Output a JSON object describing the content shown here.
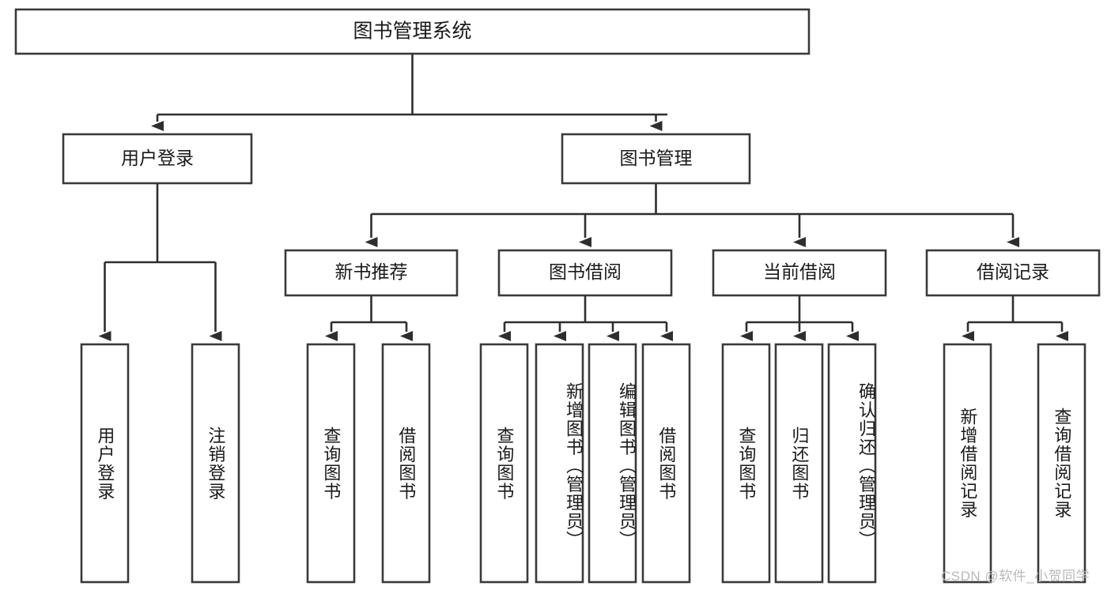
{
  "diagram": {
    "title": "图书管理系统",
    "type": "tree-hierarchy-chart",
    "background_color": "#ffffff",
    "box_stroke_color": "#3a3a3a",
    "connector_color": "#2e2e2e",
    "text_color": "#1a1a1a"
  },
  "root": {
    "label": "图书管理系统"
  },
  "level2": [
    {
      "label": "用户登录"
    },
    {
      "label": "图书管理"
    }
  ],
  "level3": [
    {
      "label": "新书推荐"
    },
    {
      "label": "图书借阅"
    },
    {
      "label": "当前借阅"
    },
    {
      "label": "借阅记录"
    }
  ],
  "leaves": {
    "user_login": [
      {
        "label": "用户登录"
      },
      {
        "label": "注销登录"
      }
    ],
    "new_book_recommend": [
      {
        "label": "查询图书"
      },
      {
        "label": "借阅图书"
      }
    ],
    "book_borrow": [
      {
        "label": "查询图书"
      },
      {
        "label": "新增图书（管理员）"
      },
      {
        "label": "编辑图书（管理员）"
      },
      {
        "label": "借阅图书"
      }
    ],
    "current_borrow": [
      {
        "label": "查询图书"
      },
      {
        "label": "归还图书"
      },
      {
        "label": "确认归还（管理员）"
      }
    ],
    "borrow_record": [
      {
        "label": "新增借阅记录"
      },
      {
        "label": "查询借阅记录"
      }
    ]
  },
  "watermark": {
    "text": "CSDN @软件_小贺同学",
    "color": "#b9b9b9"
  }
}
